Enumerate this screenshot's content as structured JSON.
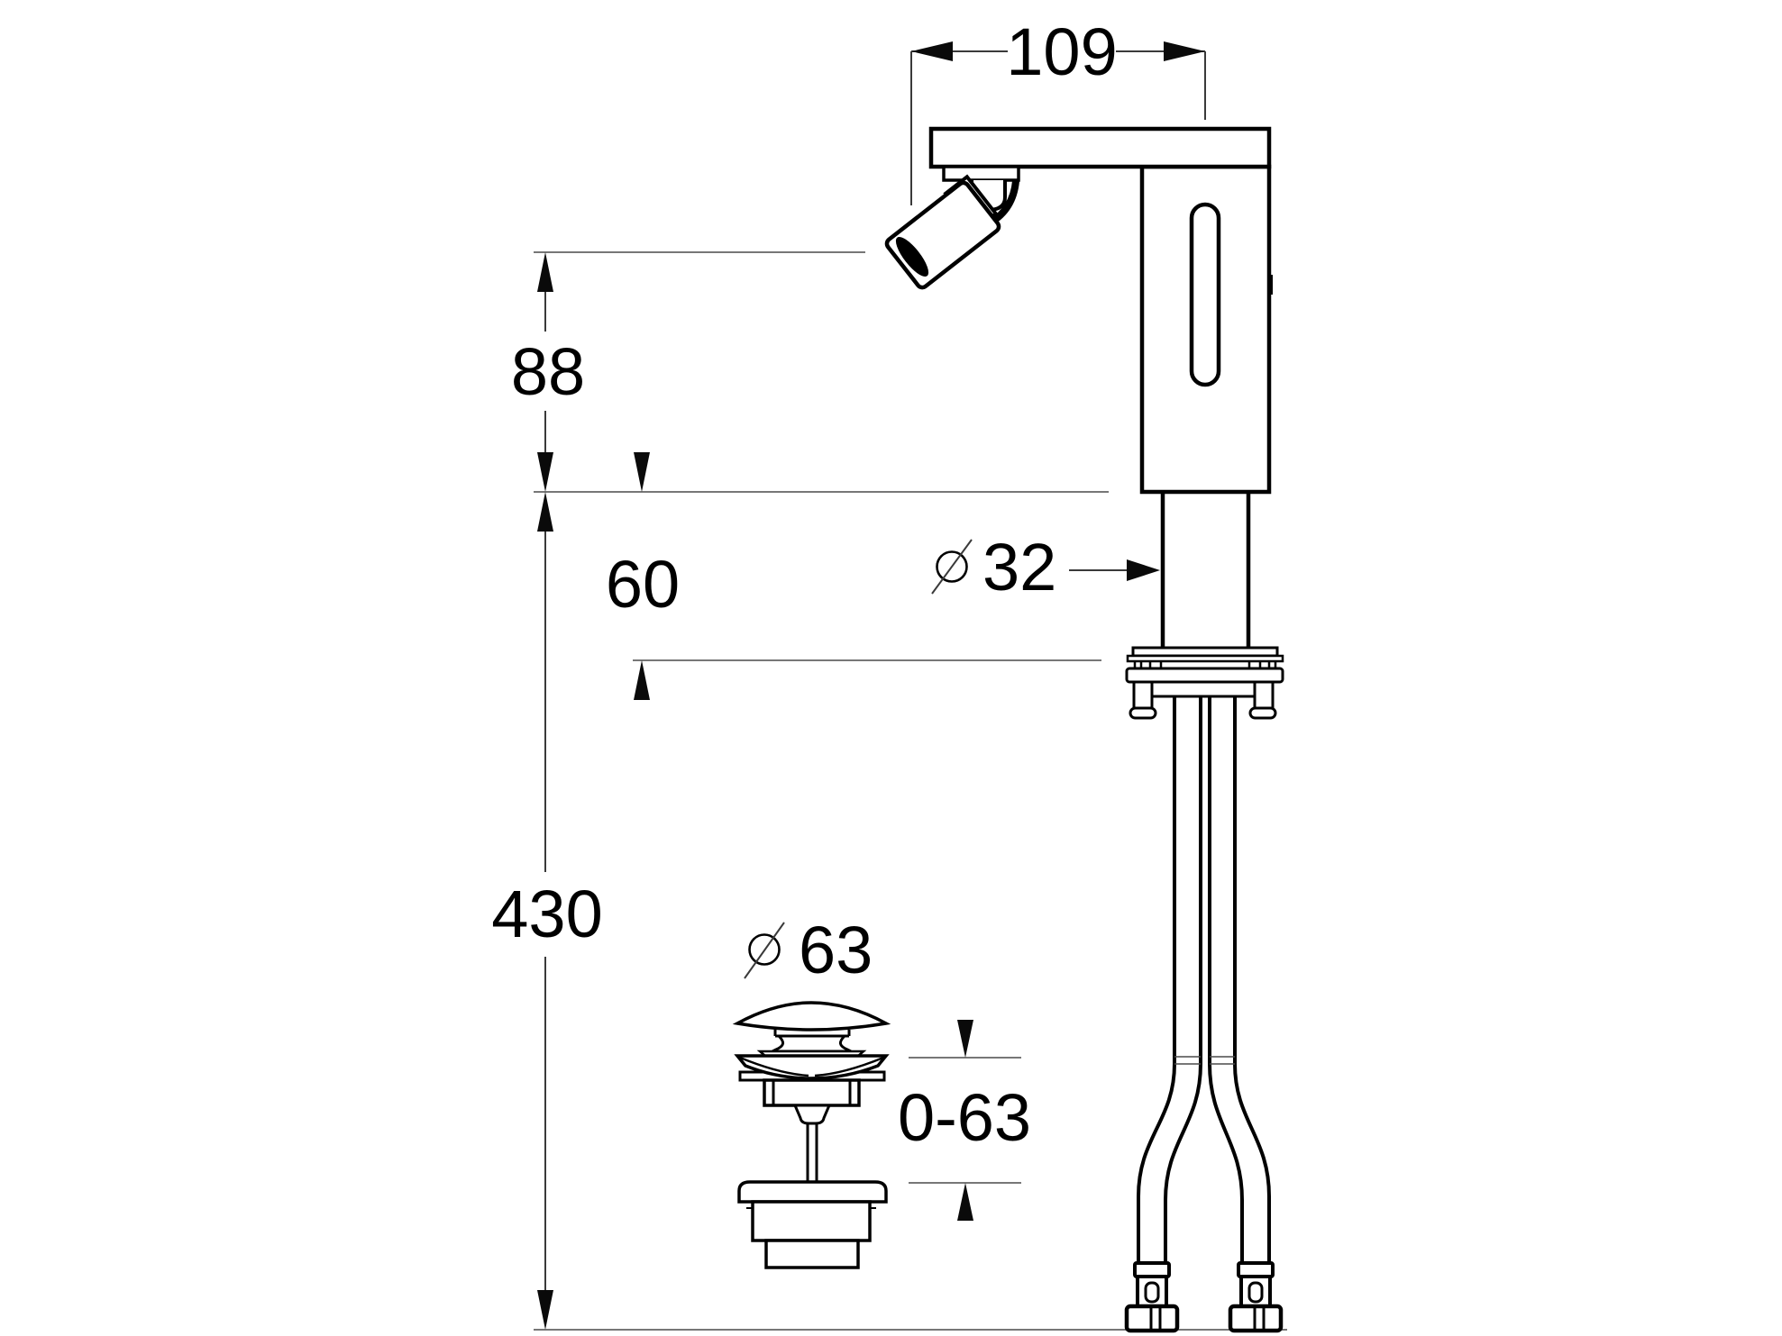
{
  "drawing": {
    "type": "technical-dimension-drawing",
    "subject": "deck-mounted sensor basin faucet with supply hoses and push-open drain plug",
    "background_color": "#ffffff",
    "line_color": "#000000",
    "dimensions": {
      "spout_reach": "109",
      "spout_outlet_height": "88",
      "shank_length": "60",
      "total_height": "430",
      "body_diameter_value": "32",
      "drain_cap_diameter_value": "63",
      "drain_adjust_range": "0-63",
      "diameter_symbol_name": "diameter-symbol"
    }
  }
}
